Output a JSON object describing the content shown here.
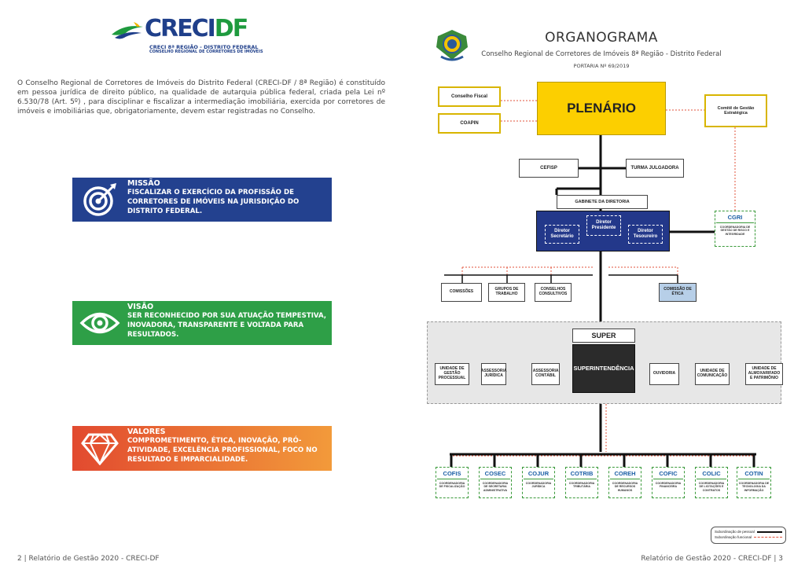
{
  "left_page": {
    "logo": {
      "brand": "CRECI",
      "brand_suffix": "DF",
      "tagline1": "CRECI 8ª REGIÃO - DISTRITO FEDERAL",
      "tagline2": "CONSELHO REGIONAL DE CORRETORES DE IMÓVEIS"
    },
    "intro": "O Conselho Regional de Corretores de Imóveis do Distrito Federal (CRECI-DF / 8ª Região) é constituído em pessoa jurídica de direito público, na qualidade de autarquia pública federal, criada pela Lei nº 6.530/78 (Art. 5º) , para disciplinar e fiscalizar a intermediação imobiliária, exercida por corretores de imóveis e imobiliárias que, obrigatoriamente, devem estar registradas no Conselho.",
    "cards": {
      "missao": {
        "title": "MISSÃO",
        "text": "FISCALIZAR O EXERCÍCIO DA PROFISSÃO DE CORRETORES DE IMÓVEIS NA JURISDIÇÃO DO DISTRITO FEDERAL.",
        "icon": "target-icon",
        "color": "#23418f"
      },
      "visao": {
        "title": "VISÃO",
        "text": "SER RECONHECIDO POR SUA ATUAÇÃO TEMPESTIVA, INOVADORA, TRANSPARENTE E VOLTADA PARA RESULTADOS.",
        "icon": "eye-icon",
        "color": "#2e9f47"
      },
      "valores": {
        "title": "VALORES",
        "text": "COMPROMETIMENTO, ÉTICA, INOVAÇÃO, PRÓ-ATIVIDADE, EXCELÊNCIA PROFISSIONAL, FOCO NO RESULTADO E IMPARCIALIDADE.",
        "icon": "diamond-icon",
        "color": "#e9692f"
      }
    },
    "footer": "2 | Relatório de Gestão 2020 - CRECI-DF"
  },
  "right_page": {
    "title": "ORGANOGRAMA",
    "subtitle": "Conselho Regional de Corretores de Imóveis 8ª Região - Distrito Federal",
    "portaria": "PORTARIA Nº 69/2019",
    "crest_icon": "coat-of-arms-icon",
    "footer": "Relatório de Gestão 2020 - CRECI-DF | 3"
  },
  "organogram": {
    "plenario": "PLENÁRIO",
    "conselho_fiscal": "Conselho Fiscal",
    "coapin": "COAPIN",
    "comite": "Comitê de Gestão Estratégica",
    "cefisp": "CEFISP",
    "turma": "TURMA JULGADORA",
    "gabinete": "GABINETE DA DIRETORIA",
    "diretores": [
      "Diretor Secretário",
      "Diretor Presidente",
      "Diretor Tesoureiro"
    ],
    "cgri": {
      "abbr": "CGRI",
      "name": "COORDENADORIA DE GESTÃO DE RISCO E INTEGRIDADE"
    },
    "comissoes": [
      "COMISSÕES",
      "GRUPOS DE TRABALHO",
      "CONSELHOS CONSULTIVOS",
      "COMISSÃO DE ÉTICA"
    ],
    "super": "SUPER",
    "superintendencia": "SUPERINTENDÊNCIA",
    "super_units": [
      "UNIDADE DE GESTÃO PROCESSUAL",
      "ASSESSORIA JURÍDICA",
      "ASSESSORIA CONTÁBIL",
      "OUVIDORIA",
      "UNIDADE DE COMUNICAÇÃO",
      "UNIDADE DE ALMOXARIFADO E PATRIMÔNIO"
    ],
    "coordenadorias": [
      {
        "abbr": "COFIS",
        "name": "COORDENADORIA DE FISCALIZAÇÃO"
      },
      {
        "abbr": "COSEC",
        "name": "COORDENADORIA DE SECRETARIA ADMINISTRATIVA"
      },
      {
        "abbr": "COJUR",
        "name": "COORDENADORIA JURÍDICA"
      },
      {
        "abbr": "COTRIB",
        "name": "COORDENADORIA TRIBUTÁRIA"
      },
      {
        "abbr": "COREH",
        "name": "COORDENADORIA DE RECURSOS HUMANOS"
      },
      {
        "abbr": "COFIC",
        "name": "COORDENADORIA FINANCEIRA"
      },
      {
        "abbr": "COLIC",
        "name": "COORDENADORIA DE LICITAÇÕES E CONTRATOS"
      },
      {
        "abbr": "COTIN",
        "name": "COORDENADORIA DE TECNOLOGIA DA INFORMAÇÃO"
      }
    ],
    "legend": {
      "pessoal": "Subordinação de pessoal",
      "funcional": "Subordinação funcional"
    },
    "colors": {
      "plenario": "#fccf00",
      "gabinete": "#23388a",
      "super": "#2b2b2b",
      "etica": "#b7cfe8",
      "dashed": "#e0533b",
      "green": "#3a9a3a"
    }
  }
}
